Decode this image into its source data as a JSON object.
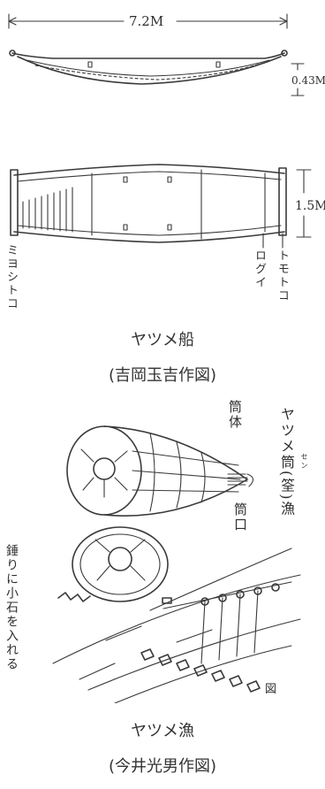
{
  "figure1": {
    "length_label": "7.2M",
    "height_label": "0.43M",
    "width_label": "1.5M",
    "left_vertical_label": "ミヨシトコ",
    "right_vertical_label_1": "ログイ",
    "right_vertical_label_2": "トモトコ",
    "caption": "ヤツメ船",
    "credit": "(吉岡玉吉作図)"
  },
  "figure2": {
    "label_body": "筒体",
    "label_mouth": "筒口",
    "label_trap": "ヤツメ筒(筌)漁",
    "label_sen_ruby": "セン",
    "label_weight": "錘りに小石を入れる",
    "label_small": "図",
    "caption": "ヤツメ漁",
    "credit": "(今井光男作図)"
  }
}
